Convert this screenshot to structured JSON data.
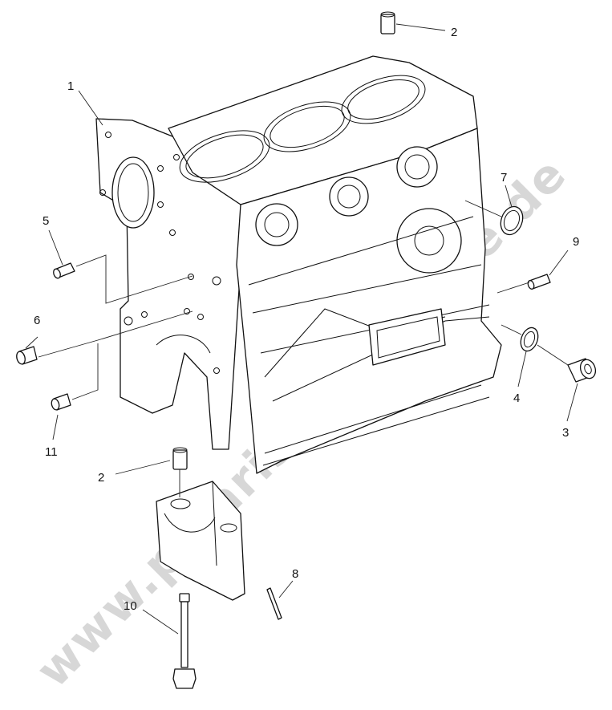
{
  "diagram": {
    "watermark": "www.polarisersatzteile.de",
    "callouts": [
      {
        "id": "c1",
        "label": "1"
      },
      {
        "id": "c2a",
        "label": "2"
      },
      {
        "id": "c2b",
        "label": "2"
      },
      {
        "id": "c3",
        "label": "3"
      },
      {
        "id": "c4",
        "label": "4"
      },
      {
        "id": "c5",
        "label": "5"
      },
      {
        "id": "c6",
        "label": "6"
      },
      {
        "id": "c7",
        "label": "7"
      },
      {
        "id": "c8",
        "label": "8"
      },
      {
        "id": "c9",
        "label": "9"
      },
      {
        "id": "c10",
        "label": "10"
      },
      {
        "id": "c11",
        "label": "11"
      }
    ]
  }
}
